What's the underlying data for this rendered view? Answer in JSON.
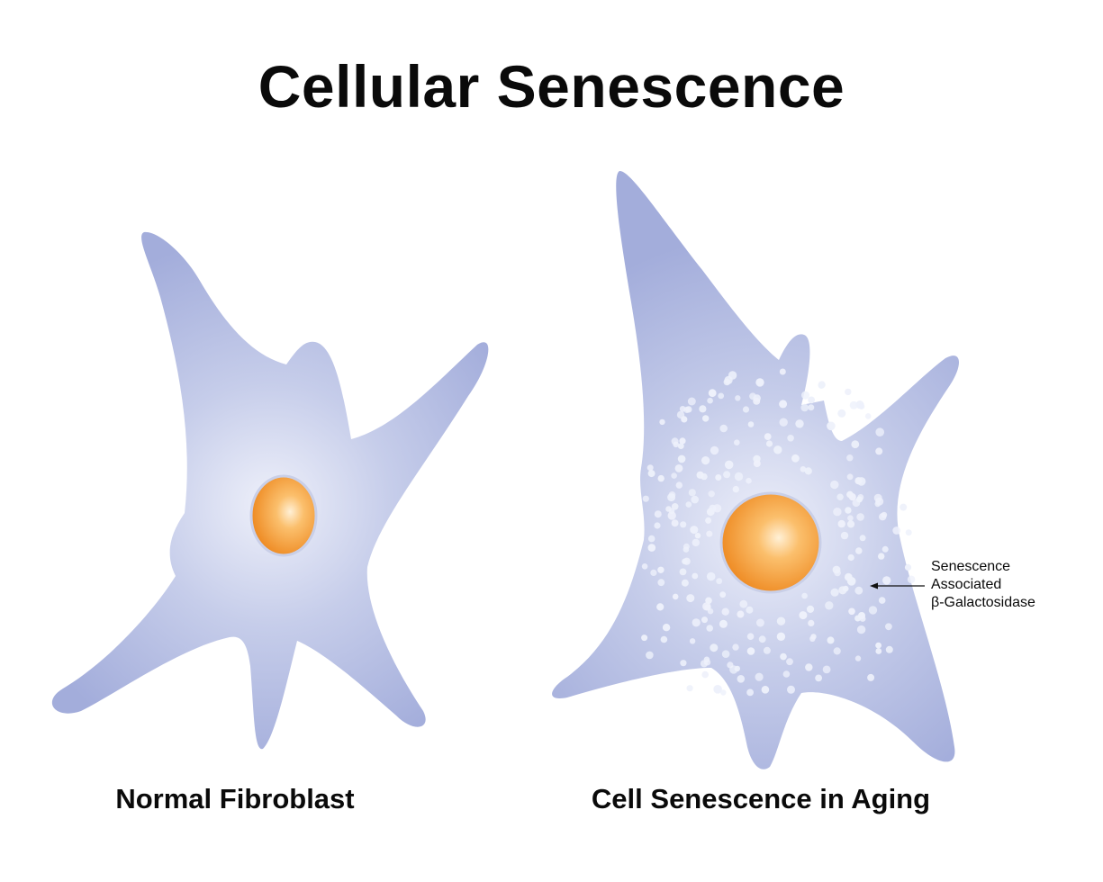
{
  "title": "Cellular Senescence",
  "cells": [
    {
      "label": "Normal Fibroblast"
    },
    {
      "label": "Cell Senescence in Aging"
    }
  ],
  "annotation": {
    "lines": [
      "Senescence",
      "Associated",
      "β-Galactosidase"
    ]
  },
  "colors": {
    "cytoplasm": "#aab4de",
    "cytoplasm_highlight": "#e9ecf8",
    "nucleus": "#f0922a",
    "nucleus_highlight": "#fde2b8",
    "granule": "#eef1fb",
    "text": "#0a0a0a"
  }
}
